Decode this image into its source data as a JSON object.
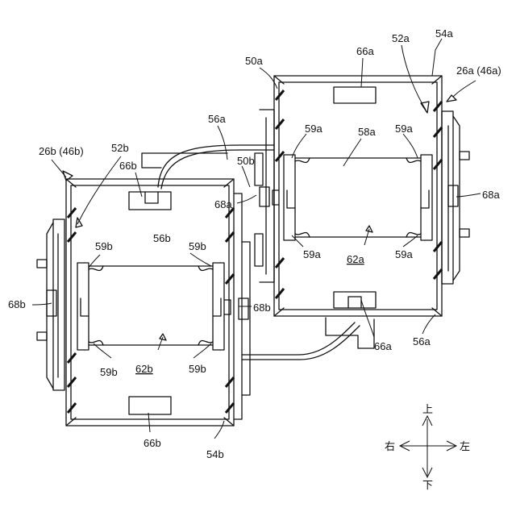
{
  "labels": {
    "l_52a": "52a",
    "l_54a": "54a",
    "l_26a": "26a (46a)",
    "l_50a": "50a",
    "l_66a_top": "66a",
    "l_56a_top": "56a",
    "l_59a_tl": "59a",
    "l_58a": "58a",
    "l_59a_tr": "59a",
    "l_50b": "50b",
    "l_68a_l": "68a",
    "l_68a_r": "68a",
    "l_59a_bl": "59a",
    "l_62a": "62a",
    "l_59a_br": "59a",
    "l_66a_bot": "66a",
    "l_56a_bot": "56a",
    "l_26b": "26b (46b)",
    "l_52b": "52b",
    "l_66b_top": "66b",
    "l_56b": "56b",
    "l_59b_tl": "59b",
    "l_59b_tr": "59b",
    "l_68b_l": "68b",
    "l_68b_r": "68b",
    "l_59b_bl": "59b",
    "l_62b": "62b",
    "l_59b_br": "59b",
    "l_66b_bot": "66b",
    "l_54b": "54b"
  },
  "directions": {
    "up": "上",
    "down": "下",
    "right": "右",
    "left": "左"
  }
}
